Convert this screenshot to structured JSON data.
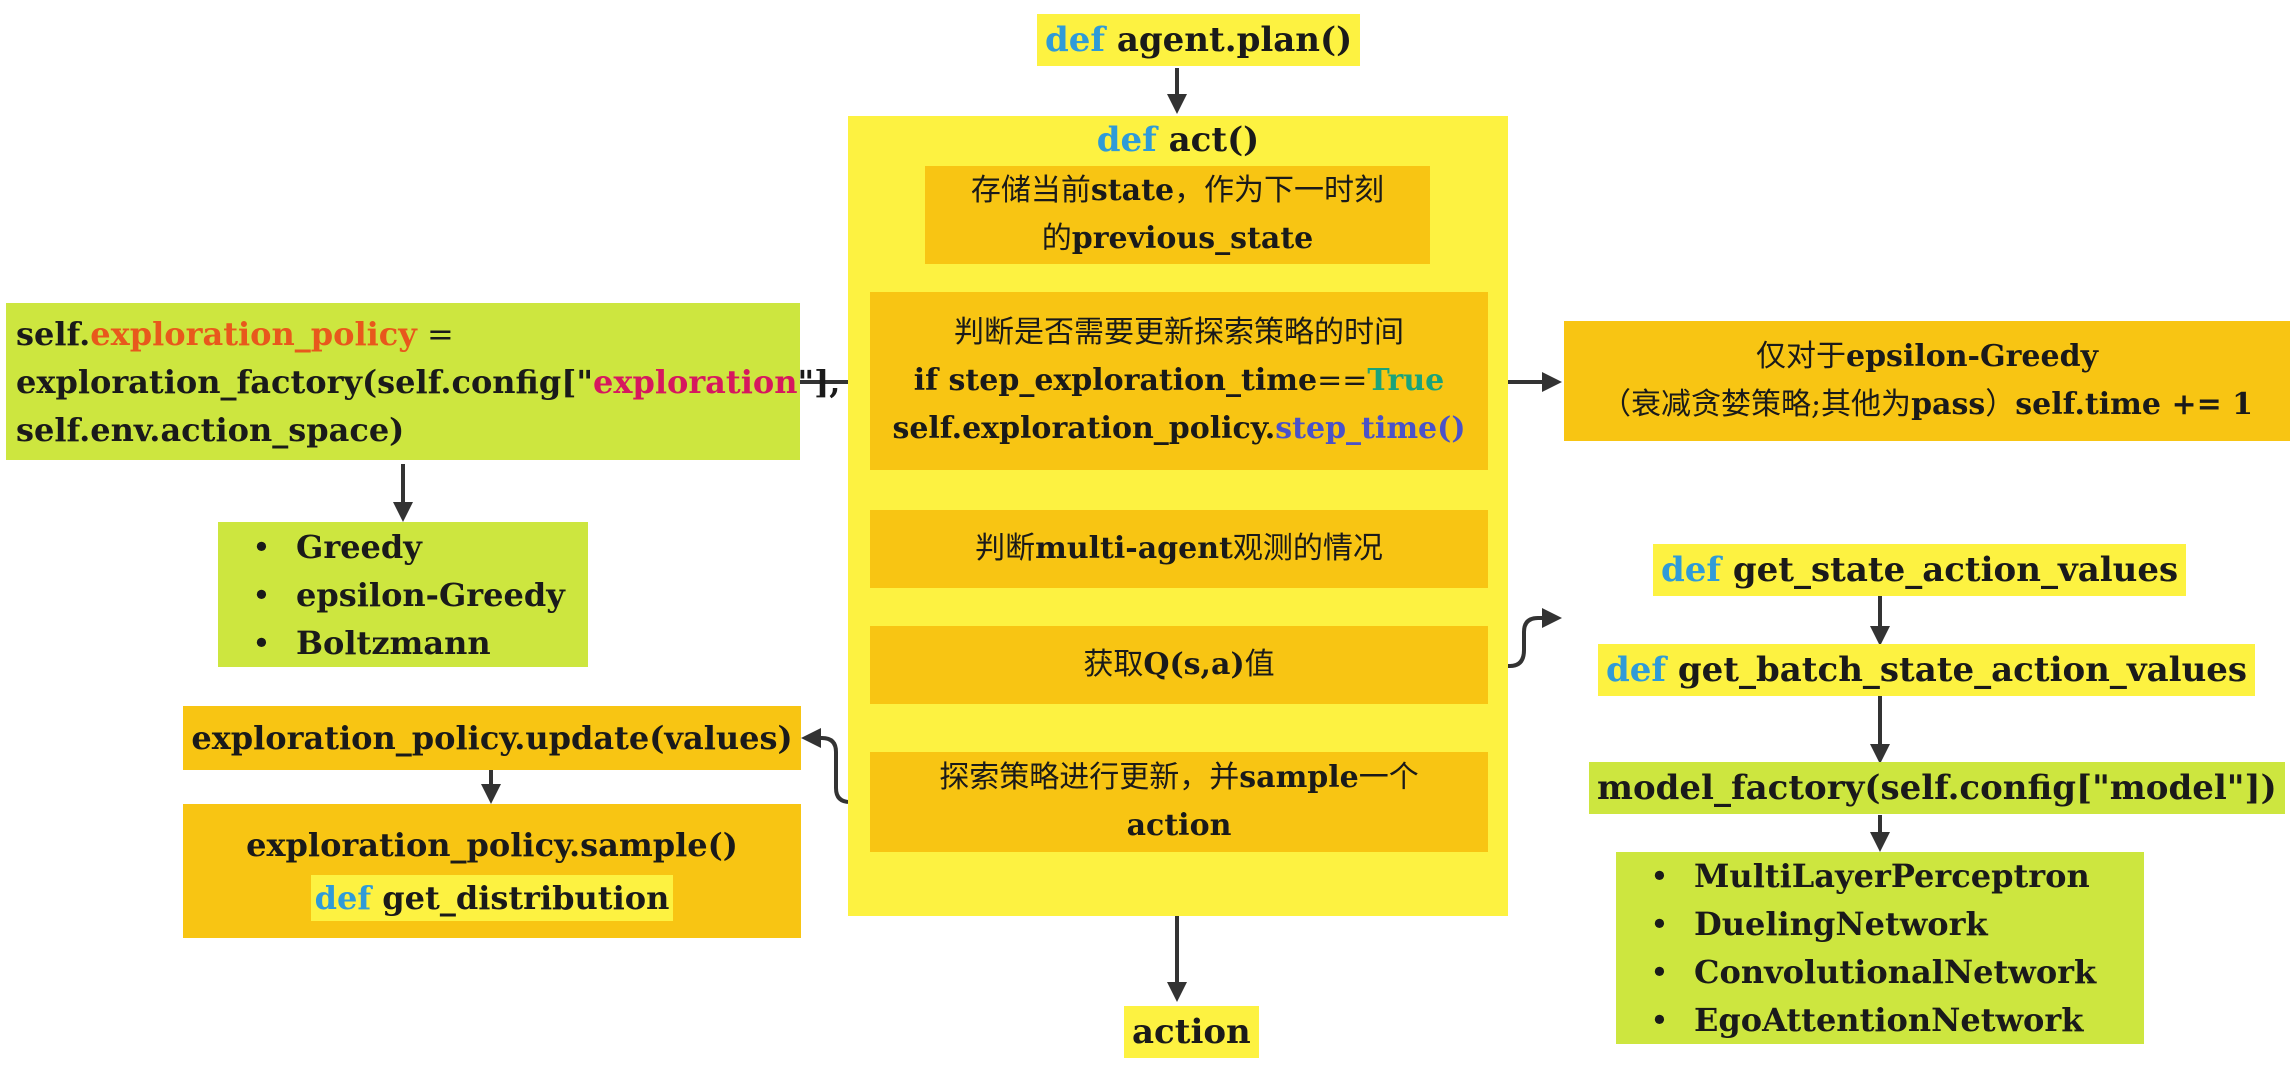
{
  "plan": {
    "kw": "def",
    "name": "agent.plan()"
  },
  "act": {
    "kw": "def",
    "name": "act()",
    "store": {
      "l1a": "存储当前",
      "l1b": "state",
      "l1c": "，作为下一时刻",
      "l2a": "的",
      "l2b": "previous_state"
    },
    "judge_time": {
      "l1": "判断是否需要更新探索策略的时间",
      "l2a": "if step_exploration_time",
      "l2op": "==",
      "l2kw": "True",
      "l3a": "self.exploration_policy.",
      "l3b": "step_time()"
    },
    "multi": {
      "a": "判断",
      "b": "multi-agent",
      "c": "观测的情况"
    },
    "qval": {
      "a": "获取",
      "b": "Q(s,a)",
      "c": "值"
    },
    "update": {
      "l1a": "探索策略进行更新，并",
      "l1b": "sample",
      "l1c": "一个",
      "l2": "action"
    }
  },
  "action_out": "action",
  "exploration_init": {
    "l1a": "self.",
    "l1b": "exploration_policy",
    "l1c": " =",
    "l2a": "exploration_factory(self.config[\"",
    "l2b": "exploration",
    "l2c": "\"],",
    "l3": "self.env.action_space)"
  },
  "policies": [
    "Greedy",
    "epsilon-Greedy",
    "Boltzmann"
  ],
  "epsilon_note": {
    "l1a": "仅对于",
    "l1b": "epsilon-Greedy",
    "l2a": "（衰减贪婪策略;其他为",
    "l2b": "pass",
    "l2c": "）",
    "l2d": "self.time += 1"
  },
  "policy_update": "exploration_policy.update(values)",
  "policy_sample": {
    "l1": "exploration_policy.sample()",
    "kw": "def",
    "name": "get_distribution"
  },
  "get_sav": {
    "kw": "def",
    "name": "get_state_action_values"
  },
  "get_bsav": {
    "kw": "def",
    "name": "get_batch_state_action_values"
  },
  "model_factory": "model_factory(self.config[\"model\"])",
  "models": [
    "MultiLayerPerceptron",
    "DuelingNetwork",
    "ConvolutionalNetwork",
    "EgoAttentionNetwork"
  ],
  "colors": {
    "yellow": "#fdf241",
    "orange": "#f8c513",
    "green": "#cde63f",
    "keyword": "#2f9bd8",
    "true": "#1aa37a",
    "attr": "#e8581c",
    "string": "#d6185f",
    "method": "#4a52c8"
  }
}
